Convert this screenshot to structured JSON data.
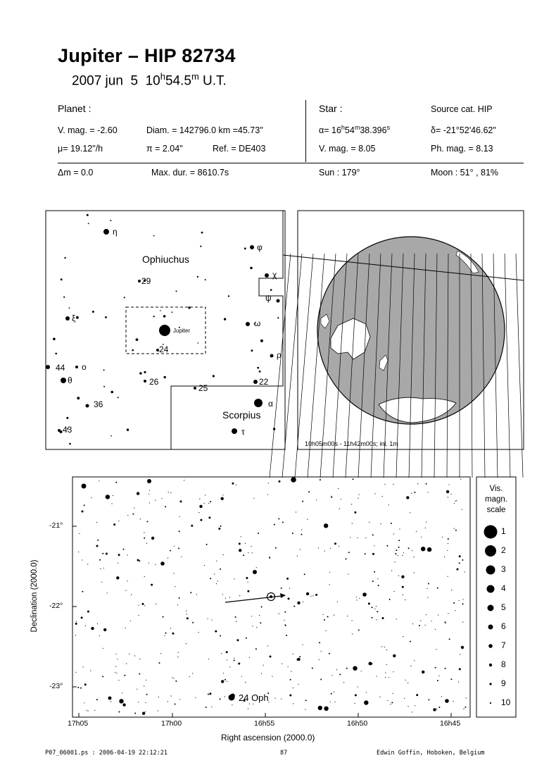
{
  "header": {
    "title": "Jupiter  –  HIP 82734",
    "subtitle": "2007 jun  5  10h54.5m U.T.",
    "planet_heading": "Planet :",
    "star_heading": "Star :",
    "source_cat": "Source cat.  HIP",
    "vmag_planet": "V. mag. = -2.60",
    "diam": "Diam. = 142796.0 km =45.73\"",
    "alpha": "α= 16h54m38.396s",
    "delta": "δ= -21°52'46.62\"",
    "mu": "μ=  19.12\"/h",
    "pi": "π =  2.04\"",
    "ref": "Ref. = DE403",
    "vmag_star": "V. mag. =  8.05",
    "phmag": "Ph. mag. =  8.13",
    "dm": "Δm = 0.0",
    "maxdur": "Max. dur. = 8610.7s",
    "sun": "Sun :  179°",
    "moon": "Moon :  51° , 81%"
  },
  "constellation_map": {
    "ophiuchus_label": "Ophiuchus",
    "scorpius_label": "Scorpius",
    "jupiter_label": "Jupiter",
    "star_labels": [
      "η",
      "φ",
      "χ",
      "ψ",
      "29",
      "ξ",
      "ω",
      "24",
      "ρ",
      "44",
      "o",
      "θ",
      "26",
      "25",
      "22",
      "α",
      "36",
      "τ",
      "43"
    ]
  },
  "globe": {
    "caption": "10h05m00s - 11h42m00s; inl.  1m"
  },
  "star_chart": {
    "ylabel": "Declination (2000.0)",
    "xlabel": "Right ascension (2000.0)",
    "y_ticks": [
      "-21°",
      "-22°",
      "-23°"
    ],
    "x_ticks": [
      "17h05",
      "17h00",
      "16h55",
      "16h50",
      "16h45"
    ],
    "star_label": "24 Oph"
  },
  "magnitude_scale": {
    "title_lines": [
      "Vis.",
      "magn.",
      "scale"
    ],
    "levels": [
      "1",
      "2",
      "3",
      "4",
      "5",
      "6",
      "7",
      "8",
      "9",
      "10"
    ]
  },
  "footer": {
    "left": "P07_06001.ps :  2006-04-19  22:12:21",
    "center": "87",
    "right": "Edwin Goffin, Hoboken, Belgium"
  }
}
